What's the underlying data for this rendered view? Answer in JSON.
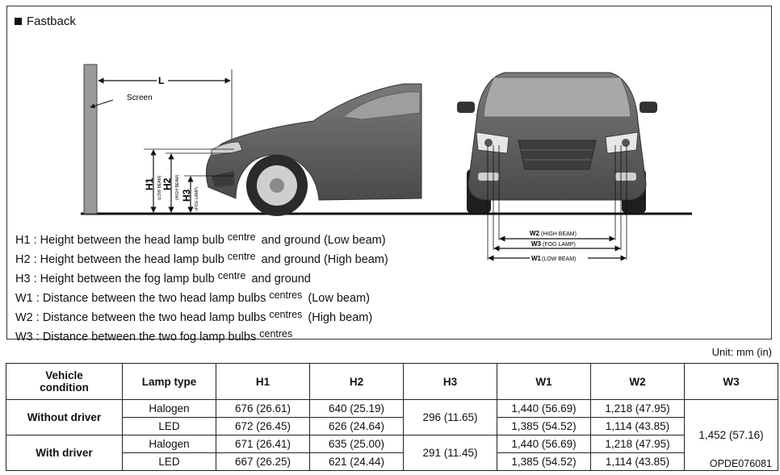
{
  "figure": {
    "heading": "Fastback",
    "labels": {
      "L": "L",
      "screen": "Screen",
      "H1": "H1",
      "H1_sub": "(LOW BEAM)",
      "H2": "H2",
      "H2_sub": "(HIGH BEAM)",
      "H3": "H3",
      "H3_sub": "(FOG LAMP)",
      "W2": "W2",
      "W2_sub": "(HIGH BEAM)",
      "W3": "W3",
      "W3_sub": "(FOG LAMP)",
      "W1": "W1",
      "W1_sub": "(LOW BEAM)"
    },
    "legend": [
      {
        "pre": "H1 : Height between the head lamp bulb",
        "sup": "centre",
        "post": "and ground (Low beam)"
      },
      {
        "pre": "H2 : Height between the head lamp bulb",
        "sup": "centre",
        "post": "and ground (High beam)"
      },
      {
        "pre": "H3 : Height between the fog lamp bulb",
        "sup": "centre",
        "post": "and ground"
      },
      {
        "pre": "W1 : Distance between the two head lamp bulbs",
        "sup": "centres",
        "post": "(Low beam)"
      },
      {
        "pre": "W2 : Distance between the two head lamp bulbs",
        "sup": "centres",
        "post": "(High beam)"
      },
      {
        "pre": "W3 : Distance between the two fog lamp bulbs",
        "sup": "centres",
        "post": ""
      }
    ],
    "code": "OPDE076081"
  },
  "unit": "Unit: mm (in)",
  "table": {
    "headers": {
      "condition": "Vehicle condition",
      "lamp": "Lamp type",
      "h1": "H1",
      "h2": "H2",
      "h3": "H3",
      "w1": "W1",
      "w2": "W2",
      "w3": "W3"
    },
    "groups": [
      {
        "condition": "Without driver",
        "h3": "296 (11.65)",
        "rows": [
          {
            "lamp": "Halogen",
            "h1": "676 (26.61)",
            "h2": "640 (25.19)",
            "w1": "1,440 (56.69)",
            "w2": "1,218 (47.95)"
          },
          {
            "lamp": "LED",
            "h1": "672 (26.45)",
            "h2": "626 (24.64)",
            "w1": "1,385 (54.52)",
            "w2": "1,114 (43.85)"
          }
        ]
      },
      {
        "condition": "With driver",
        "h3": "291 (11.45)",
        "rows": [
          {
            "lamp": "Halogen",
            "h1": "671 (26.41)",
            "h2": "635 (25.00)",
            "w1": "1,440 (56.69)",
            "w2": "1,218 (47.95)"
          },
          {
            "lamp": "LED",
            "h1": "667 (26.25)",
            "h2": "621 (24.44)",
            "w1": "1,385 (54.52)",
            "w2": "1,114 (43.85)"
          }
        ]
      }
    ],
    "w3": "1,452 (57.16)"
  }
}
